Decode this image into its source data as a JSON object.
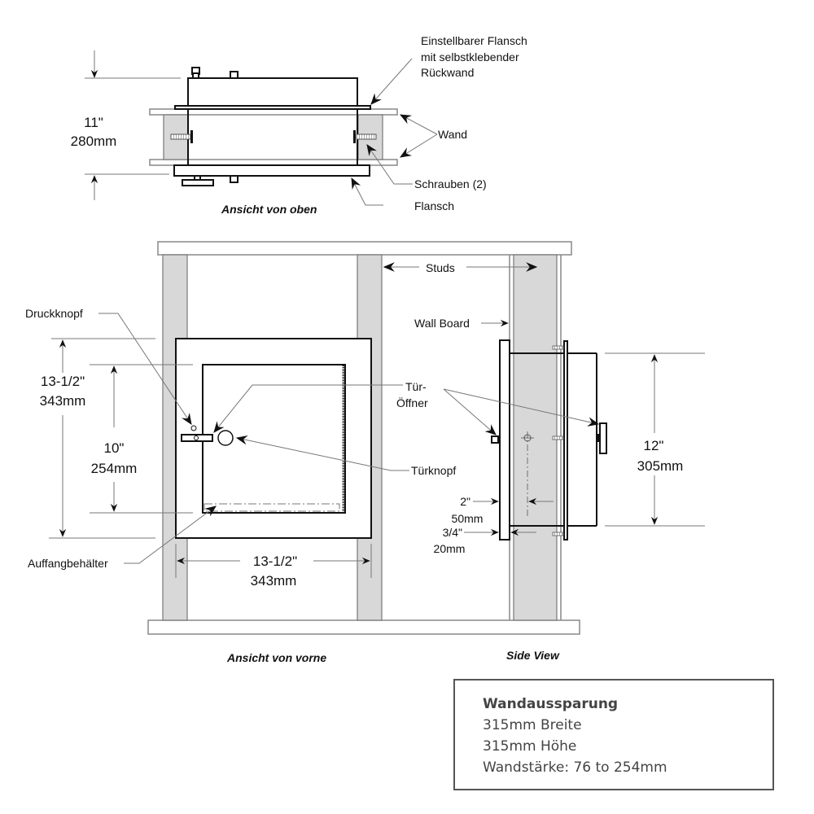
{
  "top_view": {
    "caption": "Ansicht von oben",
    "dimension": {
      "inch": "11\"",
      "mm": "280mm"
    },
    "labels": {
      "adjustable_flange": [
        "Einstellbarer Flansch",
        "mit selbstklebender",
        "Rückwand"
      ],
      "wall": "Wand",
      "screws": "Schrauben (2)",
      "flange": "Flansch"
    }
  },
  "front_view": {
    "caption": "Ansicht von vorne",
    "labels": {
      "push_button": "Druckknopf",
      "door_opener": [
        "Tür-",
        "Öffner"
      ],
      "door_knob": "Türknopf",
      "catch_tray": "Auffangbehälter",
      "studs": "Studs"
    },
    "dimensions": {
      "outer_height": {
        "inch": "13-1/2\"",
        "mm": "343mm"
      },
      "door_height": {
        "inch": "10\"",
        "mm": "254mm"
      },
      "outer_width": {
        "inch": "13-1/2\"",
        "mm": "343mm"
      }
    }
  },
  "side_view": {
    "caption": "Side View",
    "labels": {
      "wall_board": "Wall Board"
    },
    "dimensions": {
      "height": {
        "inch": "12\"",
        "mm": "305mm"
      },
      "depth_center": {
        "inch": "2\"",
        "mm": "50mm"
      },
      "flange_offset": {
        "inch": "3/4\"",
        "mm": "20mm"
      }
    }
  },
  "info_box": {
    "title": "Wandaussparung",
    "lines": [
      "315mm Breite",
      "315mm Höhe",
      "Wandstärke: 76 to 254mm"
    ]
  }
}
